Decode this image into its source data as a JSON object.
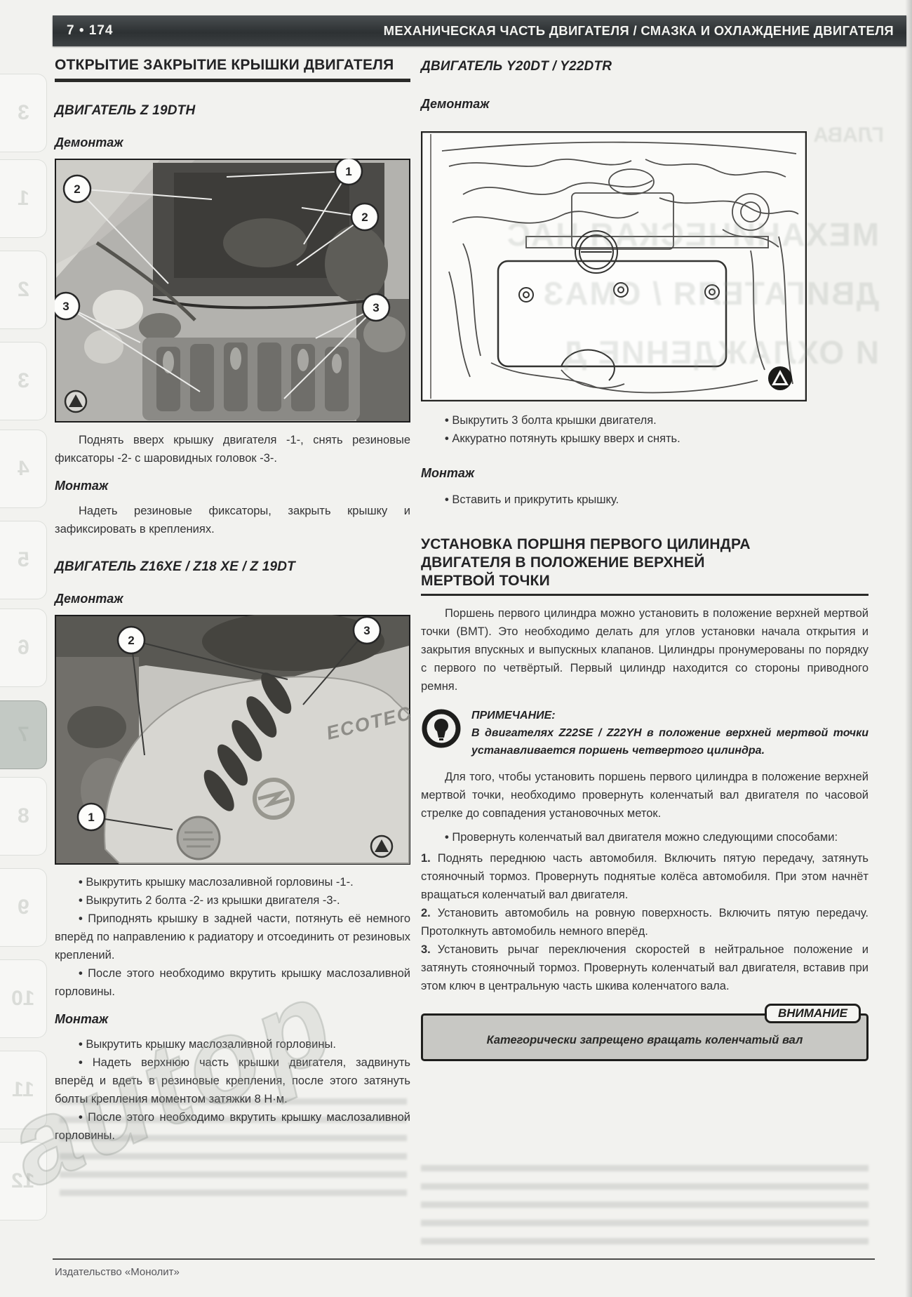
{
  "page": {
    "header": {
      "page_label": "7 • 174",
      "title": "МЕХАНИЧЕСКАЯ ЧАСТЬ ДВИГАТЕЛЯ / СМАЗКА И ОХЛАЖДЕНИЕ ДВИГАТЕЛЯ"
    },
    "footer": {
      "publisher": "Издательство «Монолит»"
    },
    "margin_tabs": {
      "labels": [
        "3",
        "1",
        "2",
        "3",
        "4",
        "5",
        "6",
        "7",
        "8",
        "9",
        "10",
        "11",
        "12"
      ],
      "active_label": "7"
    },
    "watermark_text": "autop",
    "ghost_title_lines": [
      "МЕХАНИЧЕСКАЯ ЧАС",
      "ДВИГАТЕЛЯ / СМАЗ",
      "И ОХЛАЖДЕНИЕ Д"
    ],
    "ghost_word": "ГЛАВА"
  },
  "left_column": {
    "section_title": "ОТКРЫТИЕ ЗАКРЫТИЕ КРЫШКИ ДВИГАТЕЛЯ",
    "engine1": {
      "title": "ДВИГАТЕЛЬ Z 19DTH",
      "demontage_label": "Демонтаж",
      "figure_callouts": [
        "1",
        "2",
        "2",
        "3",
        "3"
      ],
      "demontage_text": "Поднять вверх крышку двигателя -1-, снять резиновые фиксаторы -2- с шаровидных головок -3-.",
      "montage_label": "Монтаж",
      "montage_text": "Надеть резиновые фиксаторы, закрыть крышку и зафиксировать в креплениях."
    },
    "engine2": {
      "title": "ДВИГАТЕЛЬ Z16XE / Z18 XE / Z 19DT",
      "demontage_label": "Демонтаж",
      "figure_callouts": [
        "2",
        "3",
        "1"
      ],
      "figure_cover_text": "ECOTEC",
      "demontage_bullets": [
        "Выкрутить крышку маслозаливной горловины -1-.",
        "Выкрутить 2 болта -2- из крышки двигателя -3-.",
        "Приподнять крышку в задней части, потянуть её немного вперёд по направлению к радиатору и отсоединить от резиновых креплений.",
        "После этого необходимо вкрутить крышку маслозаливной горловины."
      ],
      "montage_label": "Монтаж",
      "montage_bullets": [
        "Выкрутить крышку маслозаливной горловины.",
        "Надеть верхнюю часть крышки двигателя, задвинуть вперёд и вдеть в резиновые крепления, после этого затянуть болты крепления моментом затяжки 8 Н·м.",
        "После этого необходимо вкрутить крышку маслозаливной горловины."
      ]
    }
  },
  "right_column": {
    "engine3": {
      "title": "ДВИГАТЕЛЬ Y20DT / Y22DTR",
      "demontage_label": "Демонтаж",
      "demontage_bullets": [
        "Выкрутить 3 болта крышки двигателя.",
        "Аккуратно потянуть крышку вверх и снять."
      ],
      "montage_label": "Монтаж",
      "montage_bullets": [
        "Вставить и прикрутить крышку."
      ]
    },
    "tdc_section": {
      "title": "УСТАНОВКА ПОРШНЯ ПЕРВОГО ЦИЛИНДРА ДВИГАТЕЛЯ В ПОЛОЖЕНИЕ ВЕРХНЕЙ МЕРТВОЙ ТОЧКИ",
      "intro": "Поршень первого цилиндра можно установить в положение верхней мертвой точки (ВМТ). Это необходимо делать для углов установки начала открытия и закрытия впускных и выпускных клапанов. Цилиндры пронумерованы по порядку с первого по четвёртый. Первый цилиндр находится со стороны приводного ремня.",
      "note_label": "ПРИМЕЧАНИЕ:",
      "note_text": "В двигателях Z22SE / Z22YH в положение верхней мертвой точки устанавливается поршень четвертого цилиндра.",
      "para2": "Для того, чтобы установить поршень первого цилиндра в положение верхней мертвой точки, необходимо провернуть коленчатый вал двигателя по часовой стрелке до совпадения установочных меток.",
      "methods_intro": "Провернуть коленчатый вал двигателя можно следующими способами:",
      "steps": [
        {
          "num": "1.",
          "text": "Поднять переднюю часть автомобиля. Включить пятую передачу, затянуть стояночный тормоз. Провернуть поднятые колёса автомобиля. При этом начнёт вращаться коленчатый вал двигателя."
        },
        {
          "num": "2.",
          "text": "Установить автомобиль на ровную поверхность. Включить пятую передачу. Протолкнуть автомобиль немного вперёд."
        },
        {
          "num": "3.",
          "text": "Установить рычаг переключения скоростей в нейтральное положение и затянуть стояночный тормоз. Провернуть коленчатый вал двигателя, вставив при этом ключ в центральную часть шкива коленчатого вала."
        }
      ],
      "warning_label": "ВНИМАНИЕ",
      "warning_text": "Категорически запрещено вращать коленчатый вал"
    }
  }
}
